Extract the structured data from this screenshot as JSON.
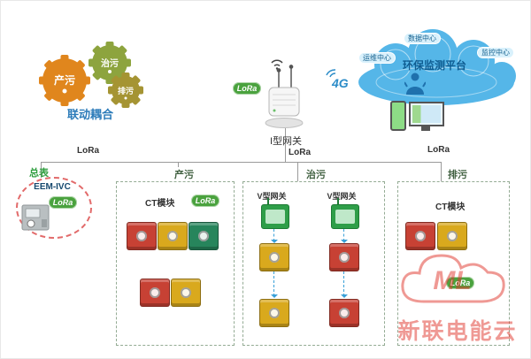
{
  "gears": {
    "caption": "联动耦合",
    "items": [
      {
        "label": "产污"
      },
      {
        "label": "治污"
      },
      {
        "label": "排污"
      }
    ]
  },
  "gateway": {
    "label": "I型网关",
    "lora": "LoRa",
    "network": "4G"
  },
  "cloud": {
    "title": "环保监测平台",
    "badges": [
      "数据中心",
      "运维中心",
      "监控中心"
    ]
  },
  "bus": {
    "left": "LoRa",
    "middle": "LoRa",
    "right": "LoRa"
  },
  "meter": {
    "group": "总表",
    "model": "EEM-IVC",
    "lora": "LoRa"
  },
  "zones": [
    {
      "label": "产污",
      "device": "CT模块",
      "lora": "LoRa"
    },
    {
      "label": "治污",
      "left_gateway": "V型网关",
      "right_gateway": "V型网关"
    },
    {
      "label": "排污",
      "device": "CT模块",
      "lora": "LoRa"
    }
  ],
  "watermark": {
    "logo": "ML",
    "text": "新联电能云"
  },
  "colors": {
    "lora_badge": "#4aa23e",
    "cloud_fill": "#55b6e8",
    "module_red": "#c74134",
    "module_yellow": "#d9a91d",
    "module_green": "#27855c",
    "gateway_green": "#2f9e49",
    "gear_orange": "#e0861d",
    "gear_green": "#8da43e",
    "gear_olive": "#a59433",
    "watermark_red": "#e0352b"
  }
}
